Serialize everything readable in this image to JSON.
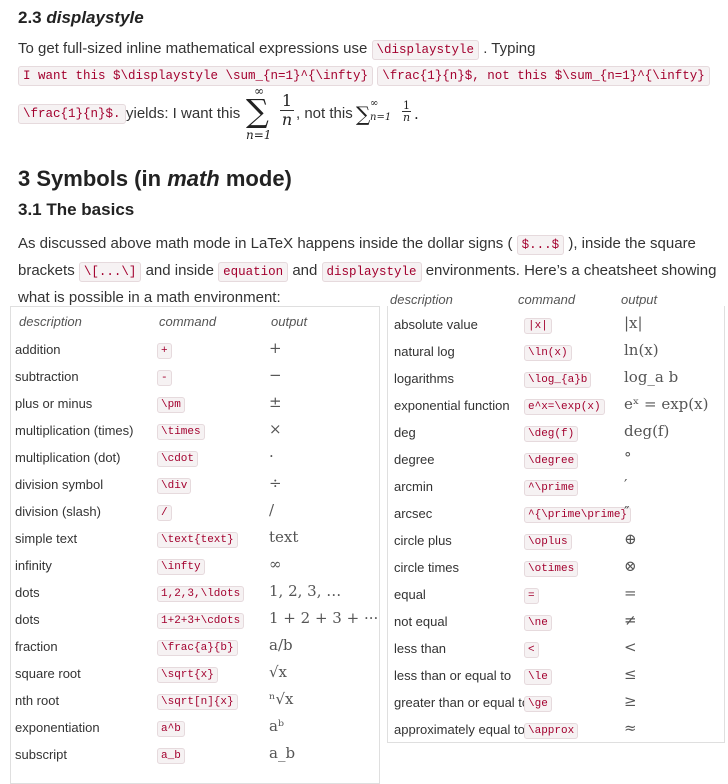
{
  "section_2_3": {
    "number": "2.3",
    "title": "displaystyle",
    "intro_text": "To get full-sized inline mathematical expressions use",
    "intro_code": "\\displaystyle",
    "intro_after": ". Typing",
    "example_code_1": "I want this $\\displaystyle \\sum_{n=1}^{\\infty}",
    "example_code_2": "\\frac{1}{n}$, not this $\\sum_{n=1}^{\\infty}",
    "example_code_3": "\\frac{1}{n}$.",
    "yields_text": "yields: I want this",
    "not_this_text": ", not this",
    "sum_sup": "∞",
    "sum_sub": "n=1",
    "frac_num": "1",
    "frac_den": "n",
    "period": "."
  },
  "section_3": {
    "number": "3",
    "title_pre": "Symbols (in",
    "title_it": "math",
    "title_post": "mode)"
  },
  "section_3_1": {
    "title": "3.1 The basics",
    "p1_a": "As discussed above math mode in LaTeX happens inside the dollar signs (",
    "p1_code1": "$...$",
    "p1_b": "), inside the square",
    "p2_a": "brackets",
    "p2_code1": "\\[...\\]",
    "p2_b": "and inside",
    "p2_code2": "equation",
    "p2_c": "and",
    "p2_code3": "displaystyle",
    "p2_d": "environments. Here’s a cheatsheet showing",
    "p3": "what is possible in a math environment:"
  },
  "table_headers": {
    "description": "description",
    "command": "command",
    "output": "output"
  },
  "left_table": [
    {
      "desc": "addition",
      "cmd": "+",
      "out": "+"
    },
    {
      "desc": "subtraction",
      "cmd": "-",
      "out": "−"
    },
    {
      "desc": "plus or minus",
      "cmd": "\\pm",
      "out": "±"
    },
    {
      "desc": "multiplication (times)",
      "cmd": "\\times",
      "out": "×"
    },
    {
      "desc": "multiplication (dot)",
      "cmd": "\\cdot",
      "out": "·"
    },
    {
      "desc": "division symbol",
      "cmd": "\\div",
      "out": "÷"
    },
    {
      "desc": "division (slash)",
      "cmd": "/",
      "out": "/"
    },
    {
      "desc": "simple text",
      "cmd": "\\text{text}",
      "out": "text"
    },
    {
      "desc": "infinity",
      "cmd": "\\infty",
      "out": "∞"
    },
    {
      "desc": "dots",
      "cmd": "1,2,3,\\ldots",
      "out": "1, 2, 3, …"
    },
    {
      "desc": "dots",
      "cmd": "1+2+3+\\cdots",
      "out": "1 + 2 + 3 + ···"
    },
    {
      "desc": "fraction",
      "cmd": "\\frac{a}{b}",
      "out": "a/b"
    },
    {
      "desc": "square root",
      "cmd": "\\sqrt{x}",
      "out": "√x"
    },
    {
      "desc": "nth root",
      "cmd": "\\sqrt[n]{x}",
      "out": "ⁿ√x"
    },
    {
      "desc": "exponentiation",
      "cmd": "a^b",
      "out": "aᵇ"
    },
    {
      "desc": "subscript",
      "cmd": "a_b",
      "out": "a_b"
    }
  ],
  "right_table": [
    {
      "desc": "absolute value",
      "cmd": "|x|",
      "out": "|x|"
    },
    {
      "desc": "natural log",
      "cmd": "\\ln(x)",
      "out": "ln(x)"
    },
    {
      "desc": "logarithms",
      "cmd": "\\log_{a}b",
      "out": "log_a b"
    },
    {
      "desc": "exponential function",
      "cmd": "e^x=\\exp(x)",
      "out": "eˣ = exp(x)"
    },
    {
      "desc": "deg",
      "cmd": "\\deg(f)",
      "out": "deg(f)"
    },
    {
      "desc": "degree",
      "cmd": "\\degree",
      "out": "°"
    },
    {
      "desc": "arcmin",
      "cmd": "^\\prime",
      "out": "′"
    },
    {
      "desc": "arcsec",
      "cmd": "^{\\prime\\prime}",
      "out": "″"
    },
    {
      "desc": "circle plus",
      "cmd": "\\oplus",
      "out": "⊕"
    },
    {
      "desc": "circle times",
      "cmd": "\\otimes",
      "out": "⊗"
    },
    {
      "desc": "equal",
      "cmd": "=",
      "out": "="
    },
    {
      "desc": "not equal",
      "cmd": "\\ne",
      "out": "≠"
    },
    {
      "desc": "less than",
      "cmd": "<",
      "out": "<"
    },
    {
      "desc": "less than or equal to",
      "cmd": "\\le",
      "out": "≤"
    },
    {
      "desc": "greater than or equal to",
      "cmd": "\\ge",
      "out": "≥"
    },
    {
      "desc": "approximately equal to",
      "cmd": "\\approx",
      "out": "≈"
    }
  ]
}
